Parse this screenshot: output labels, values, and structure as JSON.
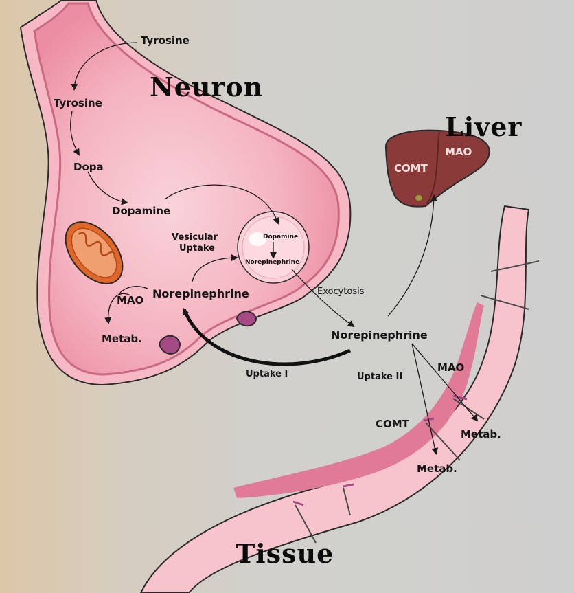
{
  "titles": {
    "neuron": "Neuron",
    "liver": "Liver",
    "tissue": "Tissue"
  },
  "labels": {
    "tyrosine_outside": "Tyrosine",
    "tyrosine_inside": "Tyrosine",
    "dopa": "Dopa",
    "dopamine": "Dopamine",
    "vesicular_uptake_line1": "Vesicular",
    "vesicular_uptake_line2": "Uptake",
    "vesicle_dopamine": "Dopamine",
    "vesicle_norepinephrine": "Norepinephrine",
    "mao_neuron": "MAO",
    "metab_neuron": "Metab.",
    "norepinephrine_neuron": "Norepinephrine",
    "exocytosis": "Exocytosis",
    "norepinephrine_synapse": "Norepinephrine",
    "uptake_1": "Uptake I",
    "uptake_2": "Uptake II",
    "mao_tissue": "MAO",
    "comt_tissue": "COMT",
    "metab_tissue_1": "Metab.",
    "metab_tissue_2": "Metab.",
    "liver_comt": "COMT",
    "liver_mao": "MAO"
  },
  "colors": {
    "neuron_fill": "#f2a3b4",
    "neuron_inner": "#f7c6cf",
    "tissue_fill": "#f4b9c3",
    "tissue_band": "#e07a96",
    "liver": "#8b3a3a",
    "mitochondrion": "#e0672a",
    "outline": "#2a2a2a"
  }
}
